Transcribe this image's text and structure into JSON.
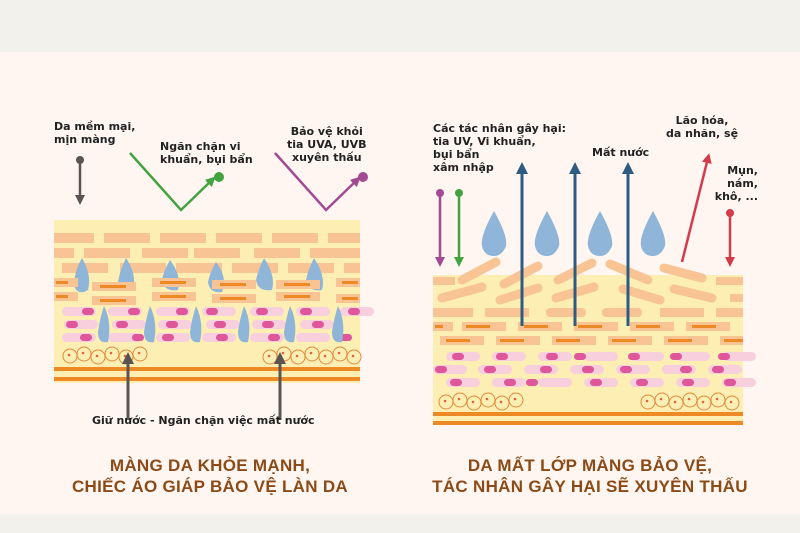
{
  "left_panel": {
    "labels": {
      "soft_skin": "Da mềm mại,\nmịn màng",
      "block_bacteria": "Ngăn chặn vi\nkhuẩn, bụi bẩn",
      "uv_protect": "Bảo vệ khỏi\ntia UVA, UVB\nxuyên thấu",
      "retain_water": "Giữ nước - Ngăn chặn việc mất nước"
    },
    "title": "MÀNG DA KHỎE MẠNH,\nCHIẾC ÁO GIÁP BẢO VỆ LÀN DA"
  },
  "right_panel": {
    "labels": {
      "harmful_agents": "Các tác nhân gây hại:\ntia UV, Vi khuẩn,\nbụi bẩn\nxâm nhập",
      "water_loss": "Mất nước",
      "aging": "Lão hóa,\nda nhăn, sệ",
      "acne": "Mụn,\nnám,\nkhô, ..."
    },
    "title": "DA MẤT LỚP MÀNG BẢO VỆ,\nTÁC NHÂN GÂY HẠI SẼ XUYÊN THẤU"
  },
  "colors": {
    "background": "#fff6f2",
    "band": "#f2f1ec",
    "skin_base": "#fdeeb4",
    "brick": "#f9c493",
    "brick_core": "#ee8a26",
    "cell": "#f8cfdc",
    "cell_nucleus": "#e0569a",
    "droplet": "#8fb5d8",
    "title": "#8b4a16",
    "arrow_gray": "#5a5452",
    "arrow_green": "#43a340",
    "arrow_purple": "#a24a93",
    "arrow_blue": "#2e5b82",
    "arrow_red": "#d33a4a"
  }
}
